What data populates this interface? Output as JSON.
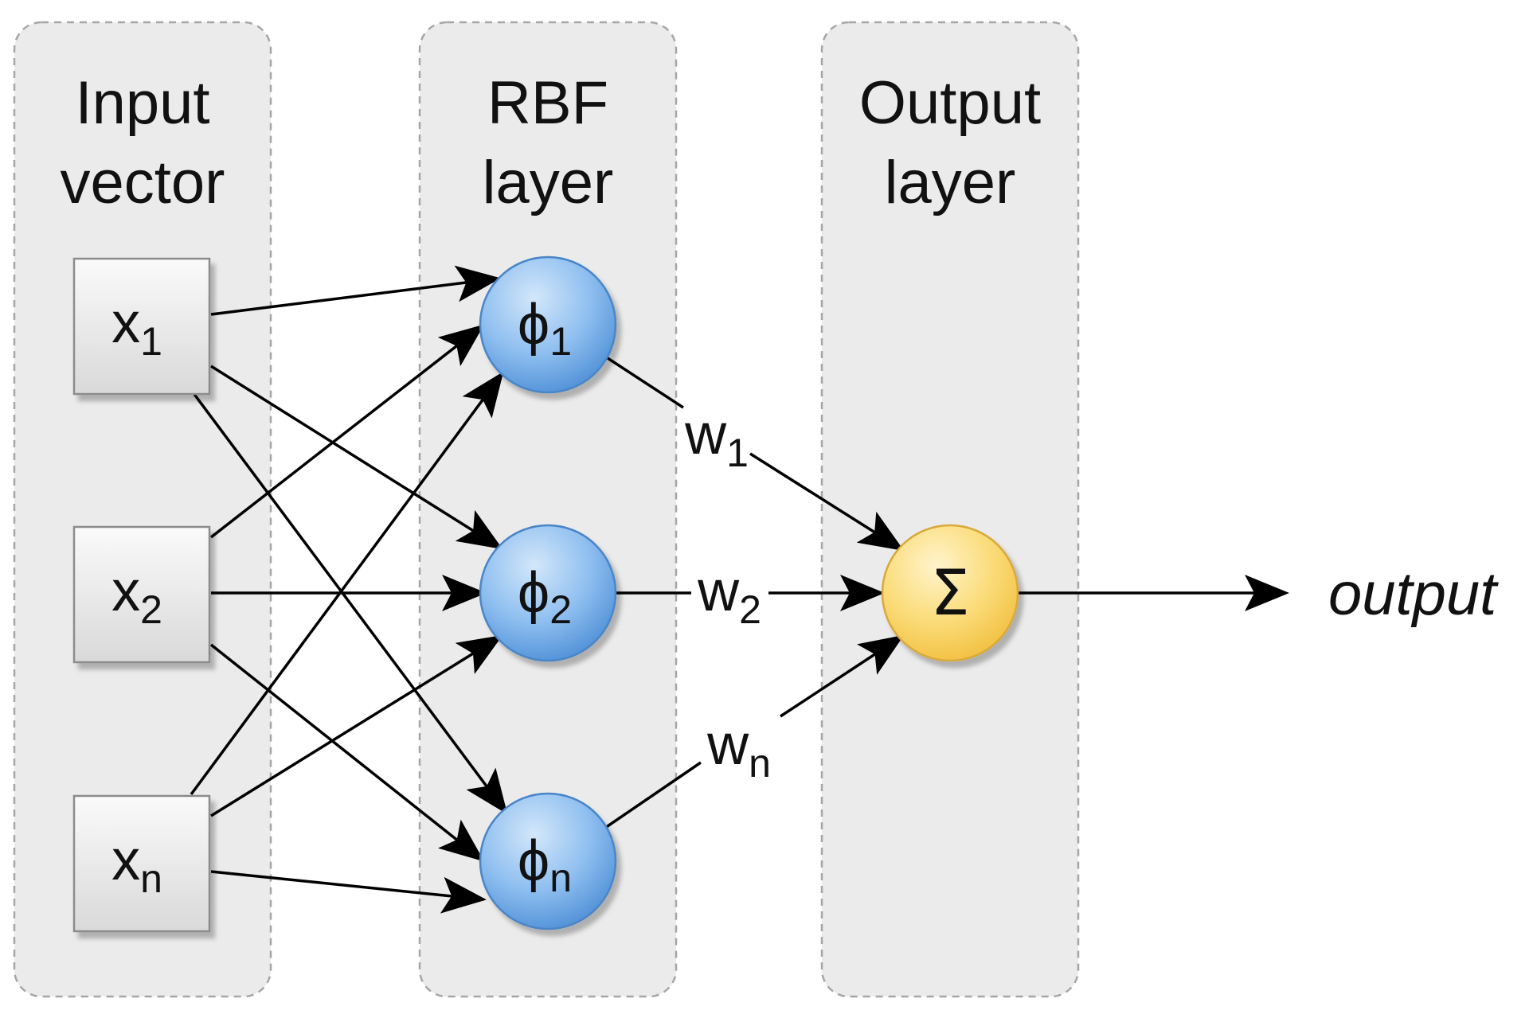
{
  "panels": {
    "input": {
      "title_line1": "Input",
      "title_line2": "vector"
    },
    "rbf": {
      "title_line1": "RBF",
      "title_line2": "layer"
    },
    "output": {
      "title_line1": "Output",
      "title_line2": "layer"
    }
  },
  "inputs": [
    {
      "symbol": "x",
      "subscript": "1"
    },
    {
      "symbol": "x",
      "subscript": "2"
    },
    {
      "symbol": "x",
      "subscript": "n"
    }
  ],
  "rbf_nodes": [
    {
      "symbol": "ϕ",
      "subscript": "1"
    },
    {
      "symbol": "ϕ",
      "subscript": "2"
    },
    {
      "symbol": "ϕ",
      "subscript": "n"
    }
  ],
  "weights": [
    {
      "symbol": "w",
      "subscript": "1"
    },
    {
      "symbol": "w",
      "subscript": "2"
    },
    {
      "symbol": "w",
      "subscript": "n"
    }
  ],
  "sum_node": {
    "symbol": "Σ"
  },
  "output_label": "output",
  "colors": {
    "panel_fill": "#ebebeb",
    "panel_border": "#a6a6a6",
    "rbf_node": "#6fa8e0",
    "sum_node": "#f6d36a",
    "input_box": "#e6e6e6"
  }
}
